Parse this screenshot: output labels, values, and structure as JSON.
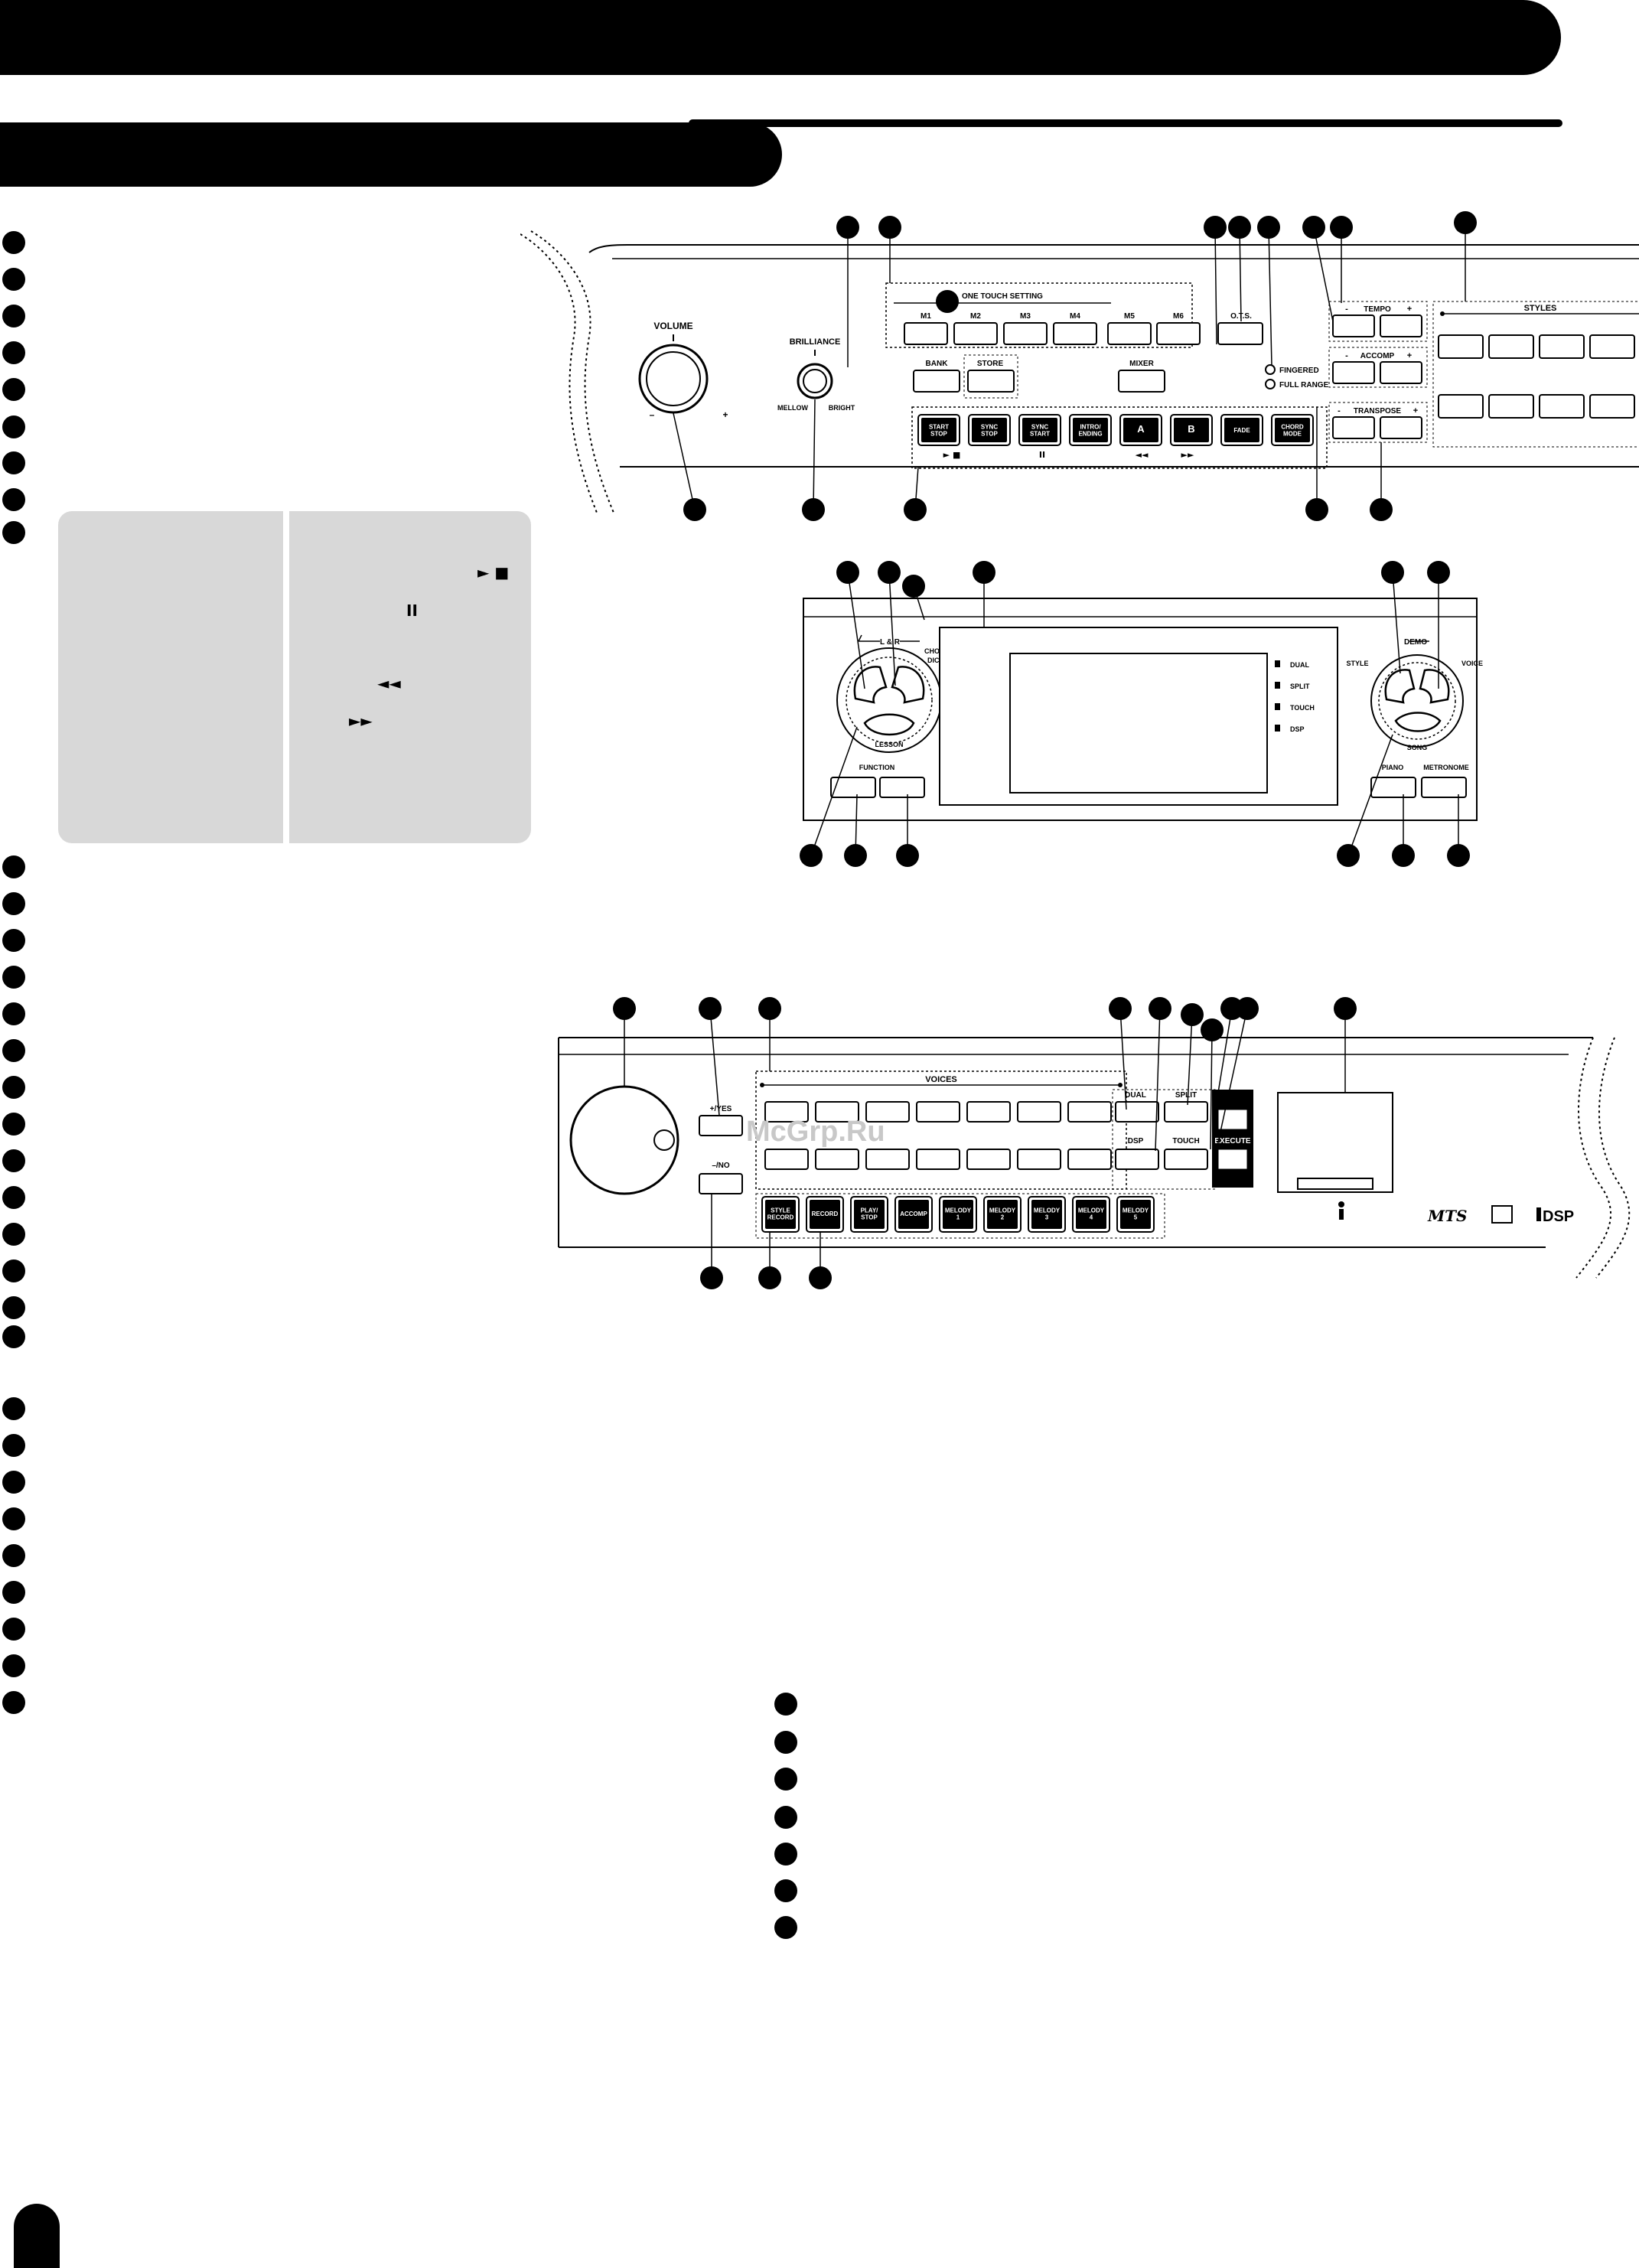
{
  "panel_top": {
    "knob_labels": {
      "volume": "VOLUME",
      "minus": "–",
      "plus": "+",
      "brilliance": "BRILLIANCE",
      "mellow": "MELLOW",
      "bright": "BRIGHT"
    },
    "ots_header": "ONE TOUCH SETTING",
    "memory_buttons": [
      "M1",
      "M2",
      "M3",
      "M4",
      "M5",
      "M6"
    ],
    "ots": "O.T.S.",
    "bank": "BANK",
    "store": "STORE",
    "mixer": "MIXER",
    "fingered": "FINGERED",
    "full_range": "FULL RANGE",
    "tempo": "TEMPO",
    "accomp": "ACCOMP",
    "transpose": "TRANSPOSE",
    "styles": "STYLES",
    "control_buttons": [
      "START\nSTOP",
      "SYNC\nSTOP",
      "SYNC\nSTART",
      "INTRO/\nENDING",
      "A",
      "B",
      "FADE",
      "CHORD\nMODE"
    ],
    "transport_symbols": [
      "► ■",
      "II",
      "◄◄",
      "►►"
    ]
  },
  "panel_middle": {
    "l_and_r": "L & R",
    "chord_dict": "CHORD\nDICT.",
    "lesson": "LESSON",
    "function": "FUNCTION",
    "indicators": [
      "DUAL",
      "SPLIT",
      "TOUCH",
      "DSP"
    ],
    "style": "STYLE",
    "demo": "DEMO",
    "voice": "VOICE",
    "song": "SONG",
    "piano": "PIANO",
    "metronome": "METRONOME"
  },
  "panel_bottom": {
    "yes": "+/YES",
    "no": "–/NO",
    "voices": "VOICES",
    "dual": "DUAL",
    "split": "SPLIT",
    "dsp": "DSP",
    "touch": "TOUCH",
    "execute": "EXECUTE",
    "record_buttons": [
      "STYLE\nRECORD",
      "RECORD",
      "PLAY/\nSTOP",
      "ACCOMP",
      "MELODY\n1",
      "MELODY\n2",
      "MELODY\n3",
      "MELODY\n4",
      "MELODY\n5"
    ],
    "logos": {
      "mts": "MTS",
      "dsp": "DSP"
    }
  },
  "grey_box_symbols": {
    "play_stop": "► ■",
    "pause": "II",
    "rewind": "◄◄",
    "forward": "►►"
  },
  "watermark": "McGrp.Ru"
}
